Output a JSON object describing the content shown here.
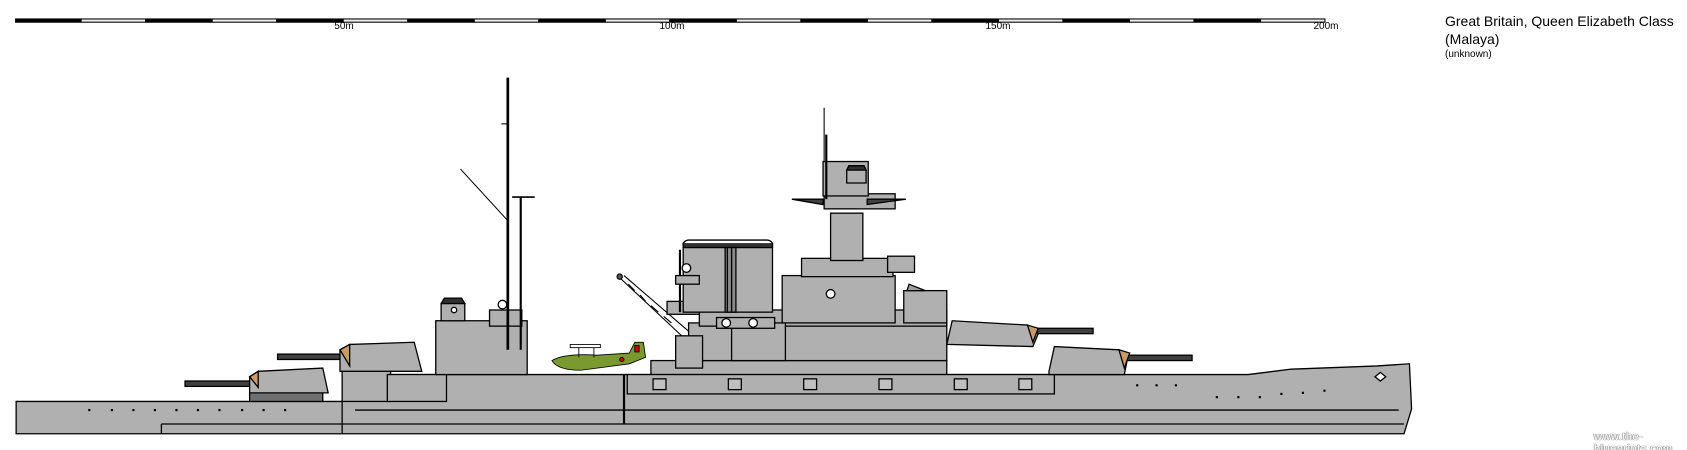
{
  "scale_bar": {
    "unit": "m",
    "max": 200,
    "labels": [
      "50m",
      "100m",
      "150m",
      "200m"
    ]
  },
  "title": {
    "line1": "Great Britain, Queen Elizabeth Class",
    "line2": "(Malaya)",
    "line3": "(unknown)"
  },
  "watermark": "www.the-blueprints.com",
  "colors": {
    "hull": "#b0b0b0",
    "dark": "#404040",
    "gun_sleeve": "#c89a6a",
    "aircraft": "#7a9a30",
    "outline": "#000000"
  }
}
